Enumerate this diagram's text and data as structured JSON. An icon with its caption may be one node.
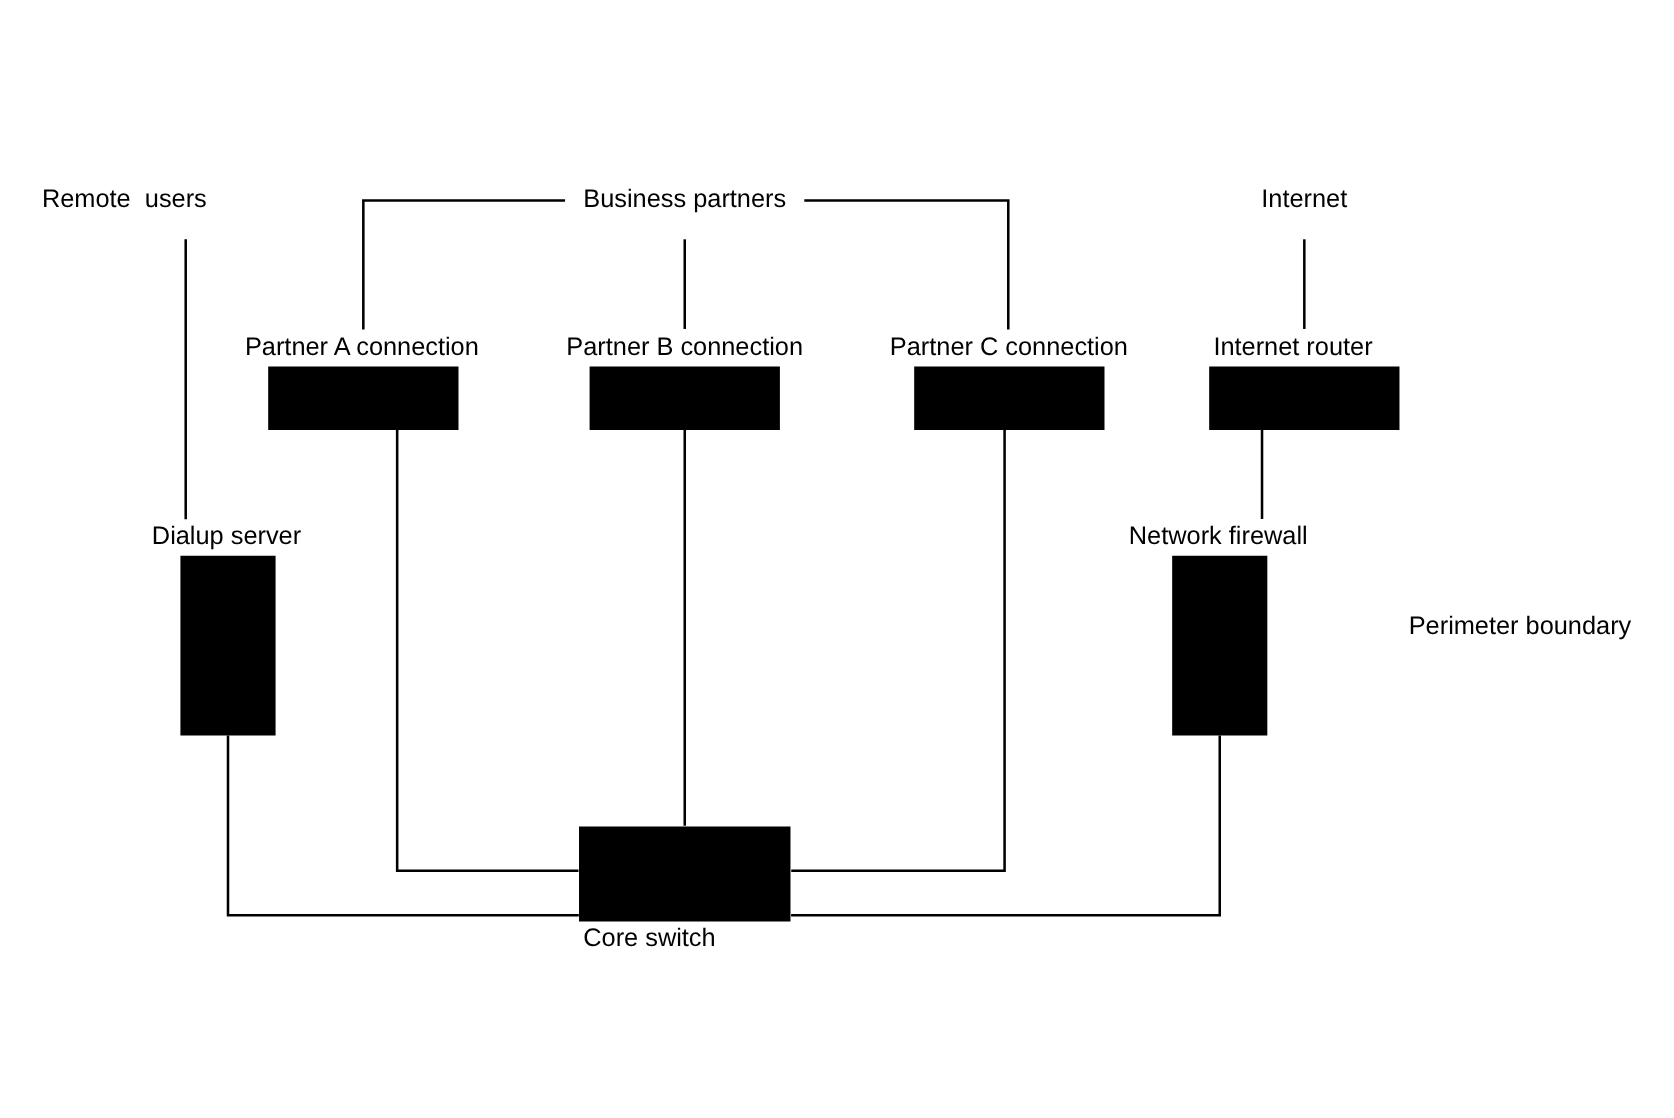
{
  "diagram": {
    "nodes": [
      {
        "text": [
          "Remote  users"
        ]
      },
      {
        "text": [
          "Internet"
        ]
      },
      {
        "text": [
          "Business partners"
        ]
      },
      {
        "text": [],
        "shape": "box",
        "beside": [
          "Internet router"
        ]
      },
      {
        "text": [],
        "shape": "box",
        "beside": [
          "Partner A connection"
        ]
      },
      {
        "text": [],
        "shape": "box",
        "beside": [
          "Partner B connection"
        ]
      },
      {
        "text": [],
        "shape": "box",
        "beside": [
          "Partner C connection"
        ]
      },
      {
        "text": [],
        "shape": "box",
        "beside": [
          "Dialup server"
        ]
      },
      {
        "text": [],
        "shape": "box",
        "beside": [
          "Network firewall"
        ]
      },
      {
        "text": [],
        "shape": "box",
        "beside": [
          "Core switch"
        ]
      }
    ],
    "edges": [
      {
        "from": 0,
        "to": 7,
        "arrow": "none"
      },
      {
        "from": 1,
        "to": 3,
        "arrow": "none"
      },
      {
        "from": 3,
        "to": 8,
        "arrow": "none"
      },
      {
        "from": 2,
        "to": 4,
        "arrow": "none"
      },
      {
        "from": 2,
        "to": 5,
        "arrow": "none"
      },
      {
        "from": 2,
        "to": 6,
        "arrow": "none"
      },
      {
        "from": 7,
        "to": 9,
        "arrow": "none"
      },
      {
        "from": 8,
        "to": 9,
        "arrow": "none"
      },
      {
        "from": 4,
        "to": 9,
        "arrow": "none"
      },
      {
        "from": 5,
        "to": 9,
        "arrow": "none"
      },
      {
        "from": 6,
        "to": 9,
        "arrow": "none"
      }
    ],
    "labels": [
      "Perimeter boundary"
    ]
  }
}
